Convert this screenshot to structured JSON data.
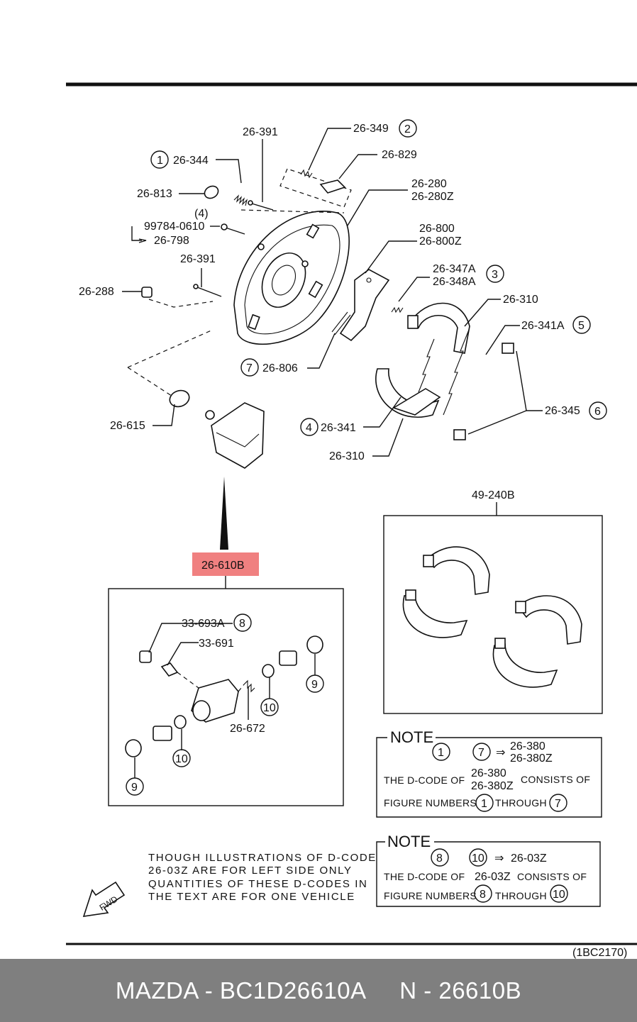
{
  "labels": {
    "p26_391_top": "26-391",
    "p26_349": "26-349",
    "p26_829": "26-829",
    "p26_344": "26-344",
    "p26_280": "26-280",
    "p26_280z": "26-280Z",
    "p26_813": "26-813",
    "qty4": "(4)",
    "p99784": "99784-0610",
    "p26_798": "26-798",
    "p26_800": "26-800",
    "p26_800z": "26-800Z",
    "p26_391_mid": "26-391",
    "p26_347a": "26-347A",
    "p26_348a": "26-348A",
    "p26_288": "26-288",
    "p26_310_top": "26-310",
    "p26_341a": "26-341A",
    "p26_806": "26-806",
    "p26_345": "26-345",
    "p26_615": "26-615",
    "p26_341": "26-341",
    "p26_310_bot": "26-310",
    "p49_240b": "49-240B",
    "p26_610b": "26-610B",
    "p33_693a": "33-693A",
    "p33_691": "33-691",
    "p26_672": "26-672"
  },
  "circled": {
    "c1": "1",
    "c2": "2",
    "c3": "3",
    "c4": "4",
    "c5": "5",
    "c6": "6",
    "c7": "7",
    "c8": "8",
    "c9a": "9",
    "c9b": "9",
    "c10a": "10",
    "c10b": "10"
  },
  "note1": {
    "title": "NOTE",
    "from": "1",
    "to": "7",
    "arrow": "⇒",
    "code_a": "26-380",
    "code_b": "26-380Z",
    "line1_pre": "THE D-CODE OF",
    "line1_code_a": "26-380",
    "line1_code_b": "26-380Z",
    "line1_post": "CONSISTS OF",
    "line2_pre": "FIGURE NUMBERS",
    "line2_from": "1",
    "line2_mid": "THROUGH",
    "line2_to": "7"
  },
  "note2": {
    "title": "NOTE",
    "from": "8",
    "to": "10",
    "arrow": "⇒",
    "code": "26-03Z",
    "line1_pre": "THE D-CODE OF",
    "line1_code": "26-03Z",
    "line1_post": "CONSISTS OF",
    "line2_pre": "FIGURE NUMBERS",
    "line2_from": "8",
    "line2_mid": "THROUGH",
    "line2_to": "10"
  },
  "disclaimer": [
    "THOUGH ILLUSTRATIONS OF D-CODE",
    "26-03Z   ARE FOR LEFT SIDE ONLY",
    "QUANTITIES OF THESE D-CODES IN",
    "THE TEXT ARE FOR ONE VEHICLE"
  ],
  "fwd_label": "FWD",
  "diagram_code": "(1BC2170)",
  "footer": "MAZDA - BC1D26610A     N - 26610B",
  "colors": {
    "highlight": "#f08080",
    "footer_bg": "#7f7f7f",
    "footer_text": "#ffffff"
  }
}
